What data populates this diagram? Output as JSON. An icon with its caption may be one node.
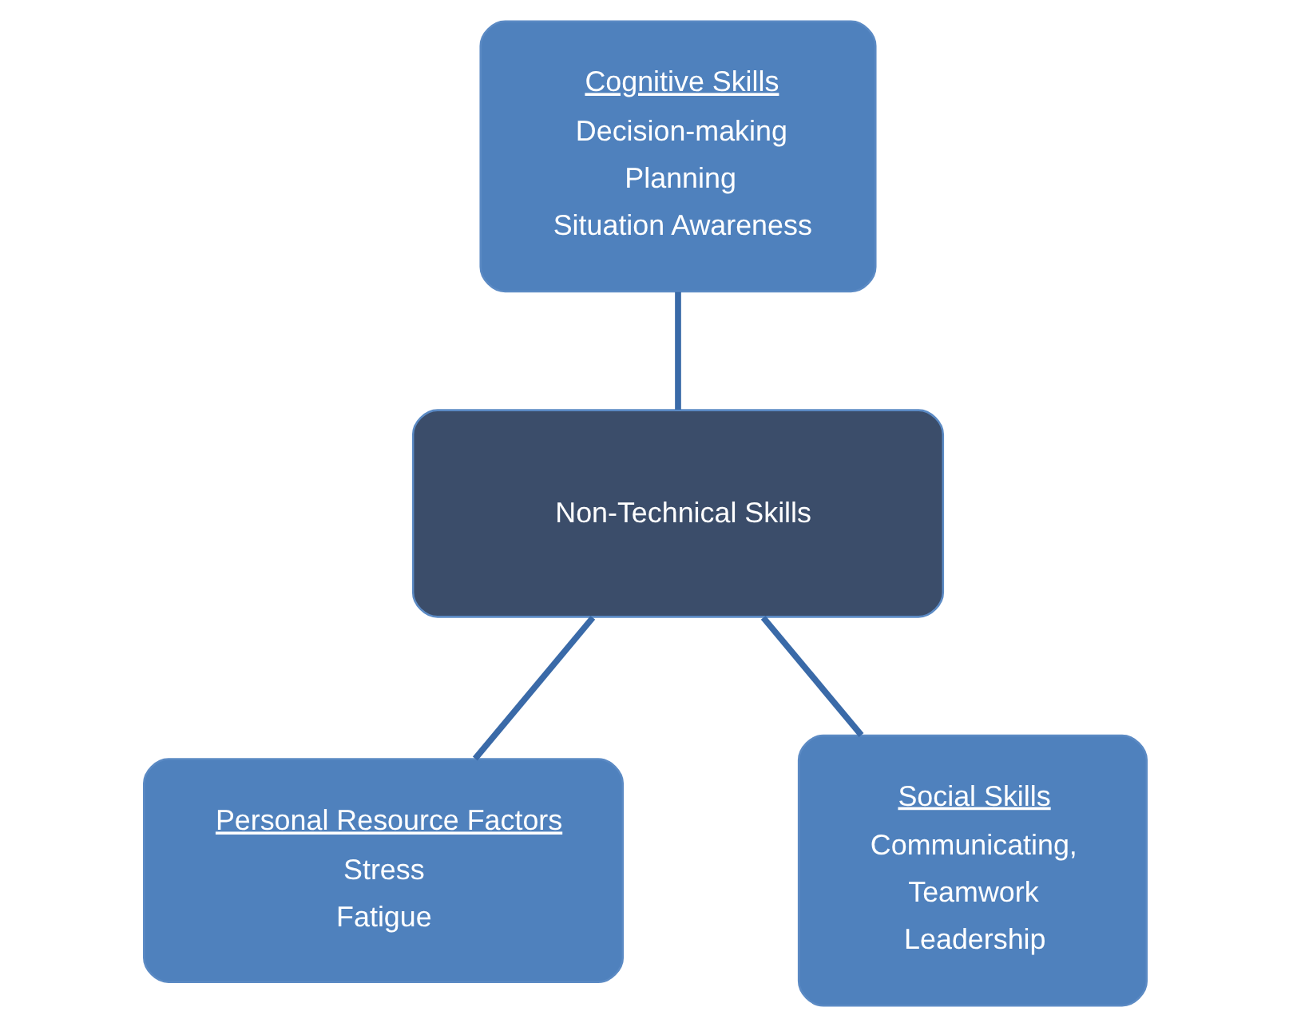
{
  "diagram": {
    "nodes": [
      {
        "text": [
          "Cognitive Skills",
          "Decision-making",
          "Planning",
          "Situation Awareness"
        ]
      },
      {
        "text": [
          "Non-Technical Skills"
        ]
      },
      {
        "text": [
          "Personal Resource Factors",
          "Stress",
          "Fatigue"
        ]
      },
      {
        "text": [
          "Social Skills",
          "Communicating,",
          "Teamwork",
          "Leadership"
        ]
      }
    ],
    "edges": [
      {
        "from": 0,
        "to": 1,
        "arrow": "none"
      },
      {
        "from": 1,
        "to": 2,
        "arrow": "none"
      },
      {
        "from": 1,
        "to": 3,
        "arrow": "none"
      }
    ]
  }
}
